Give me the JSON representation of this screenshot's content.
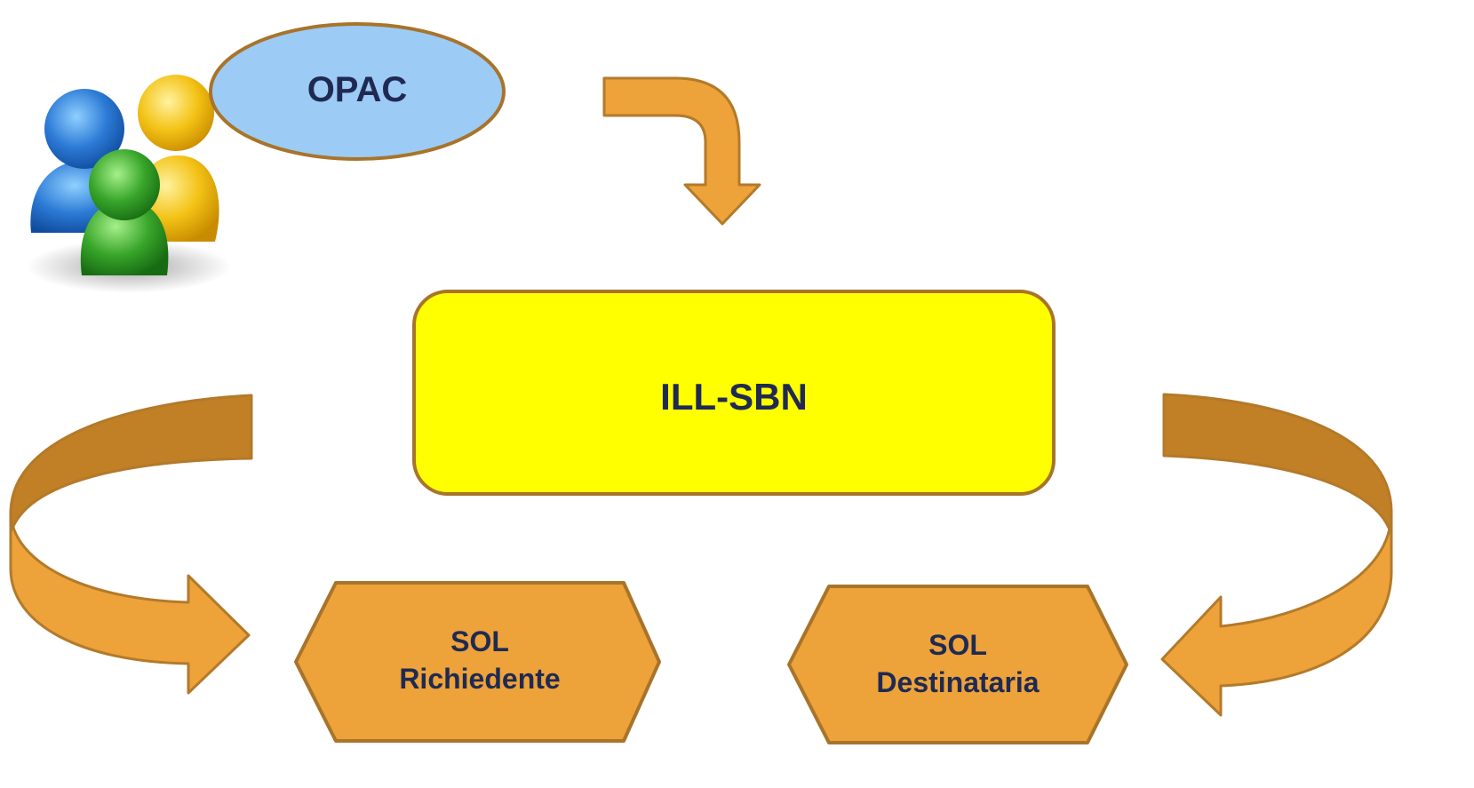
{
  "nodes": {
    "opac": {
      "label": "OPAC",
      "fill": "#9ccbf5",
      "stroke": "#a8742a"
    },
    "ill": {
      "label": "ILL-SBN",
      "fill": "#ffff00",
      "stroke": "#a8742a"
    },
    "sol_req": {
      "line1": "SOL",
      "line2": "Richiedente",
      "fill": "#eda23a",
      "stroke": "#a8742a"
    },
    "sol_dest": {
      "line1": "SOL",
      "line2": "Destinataria",
      "fill": "#eda23a",
      "stroke": "#a8742a"
    }
  },
  "arrows": {
    "fill": "#eda23a",
    "shade": "#c17f26",
    "stroke": "#b37a2a"
  },
  "users_icon": {
    "icon": "users-group-icon",
    "colors": [
      "#2c7ad6",
      "#f3c215",
      "#38a52a"
    ]
  },
  "text_color": "#1f2a52"
}
